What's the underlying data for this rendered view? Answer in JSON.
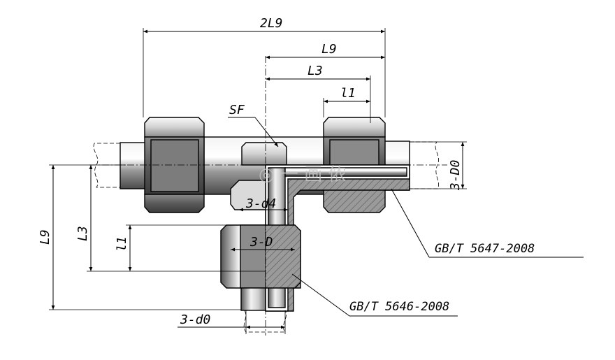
{
  "drawing": {
    "dimensions": {
      "overall_length": "2L9",
      "half_length": "L9",
      "l3_horizontal": "L3",
      "l1_horizontal": "l1",
      "l9_vertical": "L9",
      "l3_vertical": "L3",
      "l1_vertical": "l1"
    },
    "labels": {
      "sf": "SF",
      "d4": "3-d4",
      "big_d": "3-D",
      "d0_upper": "3-D0",
      "d0_lower": "3-d0"
    },
    "standards": {
      "upper": "GB/T 5647-2008",
      "lower": "GB/T 5646-2008"
    },
    "colors": {
      "hex_light": "#e6e6e6",
      "hex_dark": "#6f6f6f",
      "body_metal": "#d9d9d9",
      "hatch": "#777777"
    }
  }
}
